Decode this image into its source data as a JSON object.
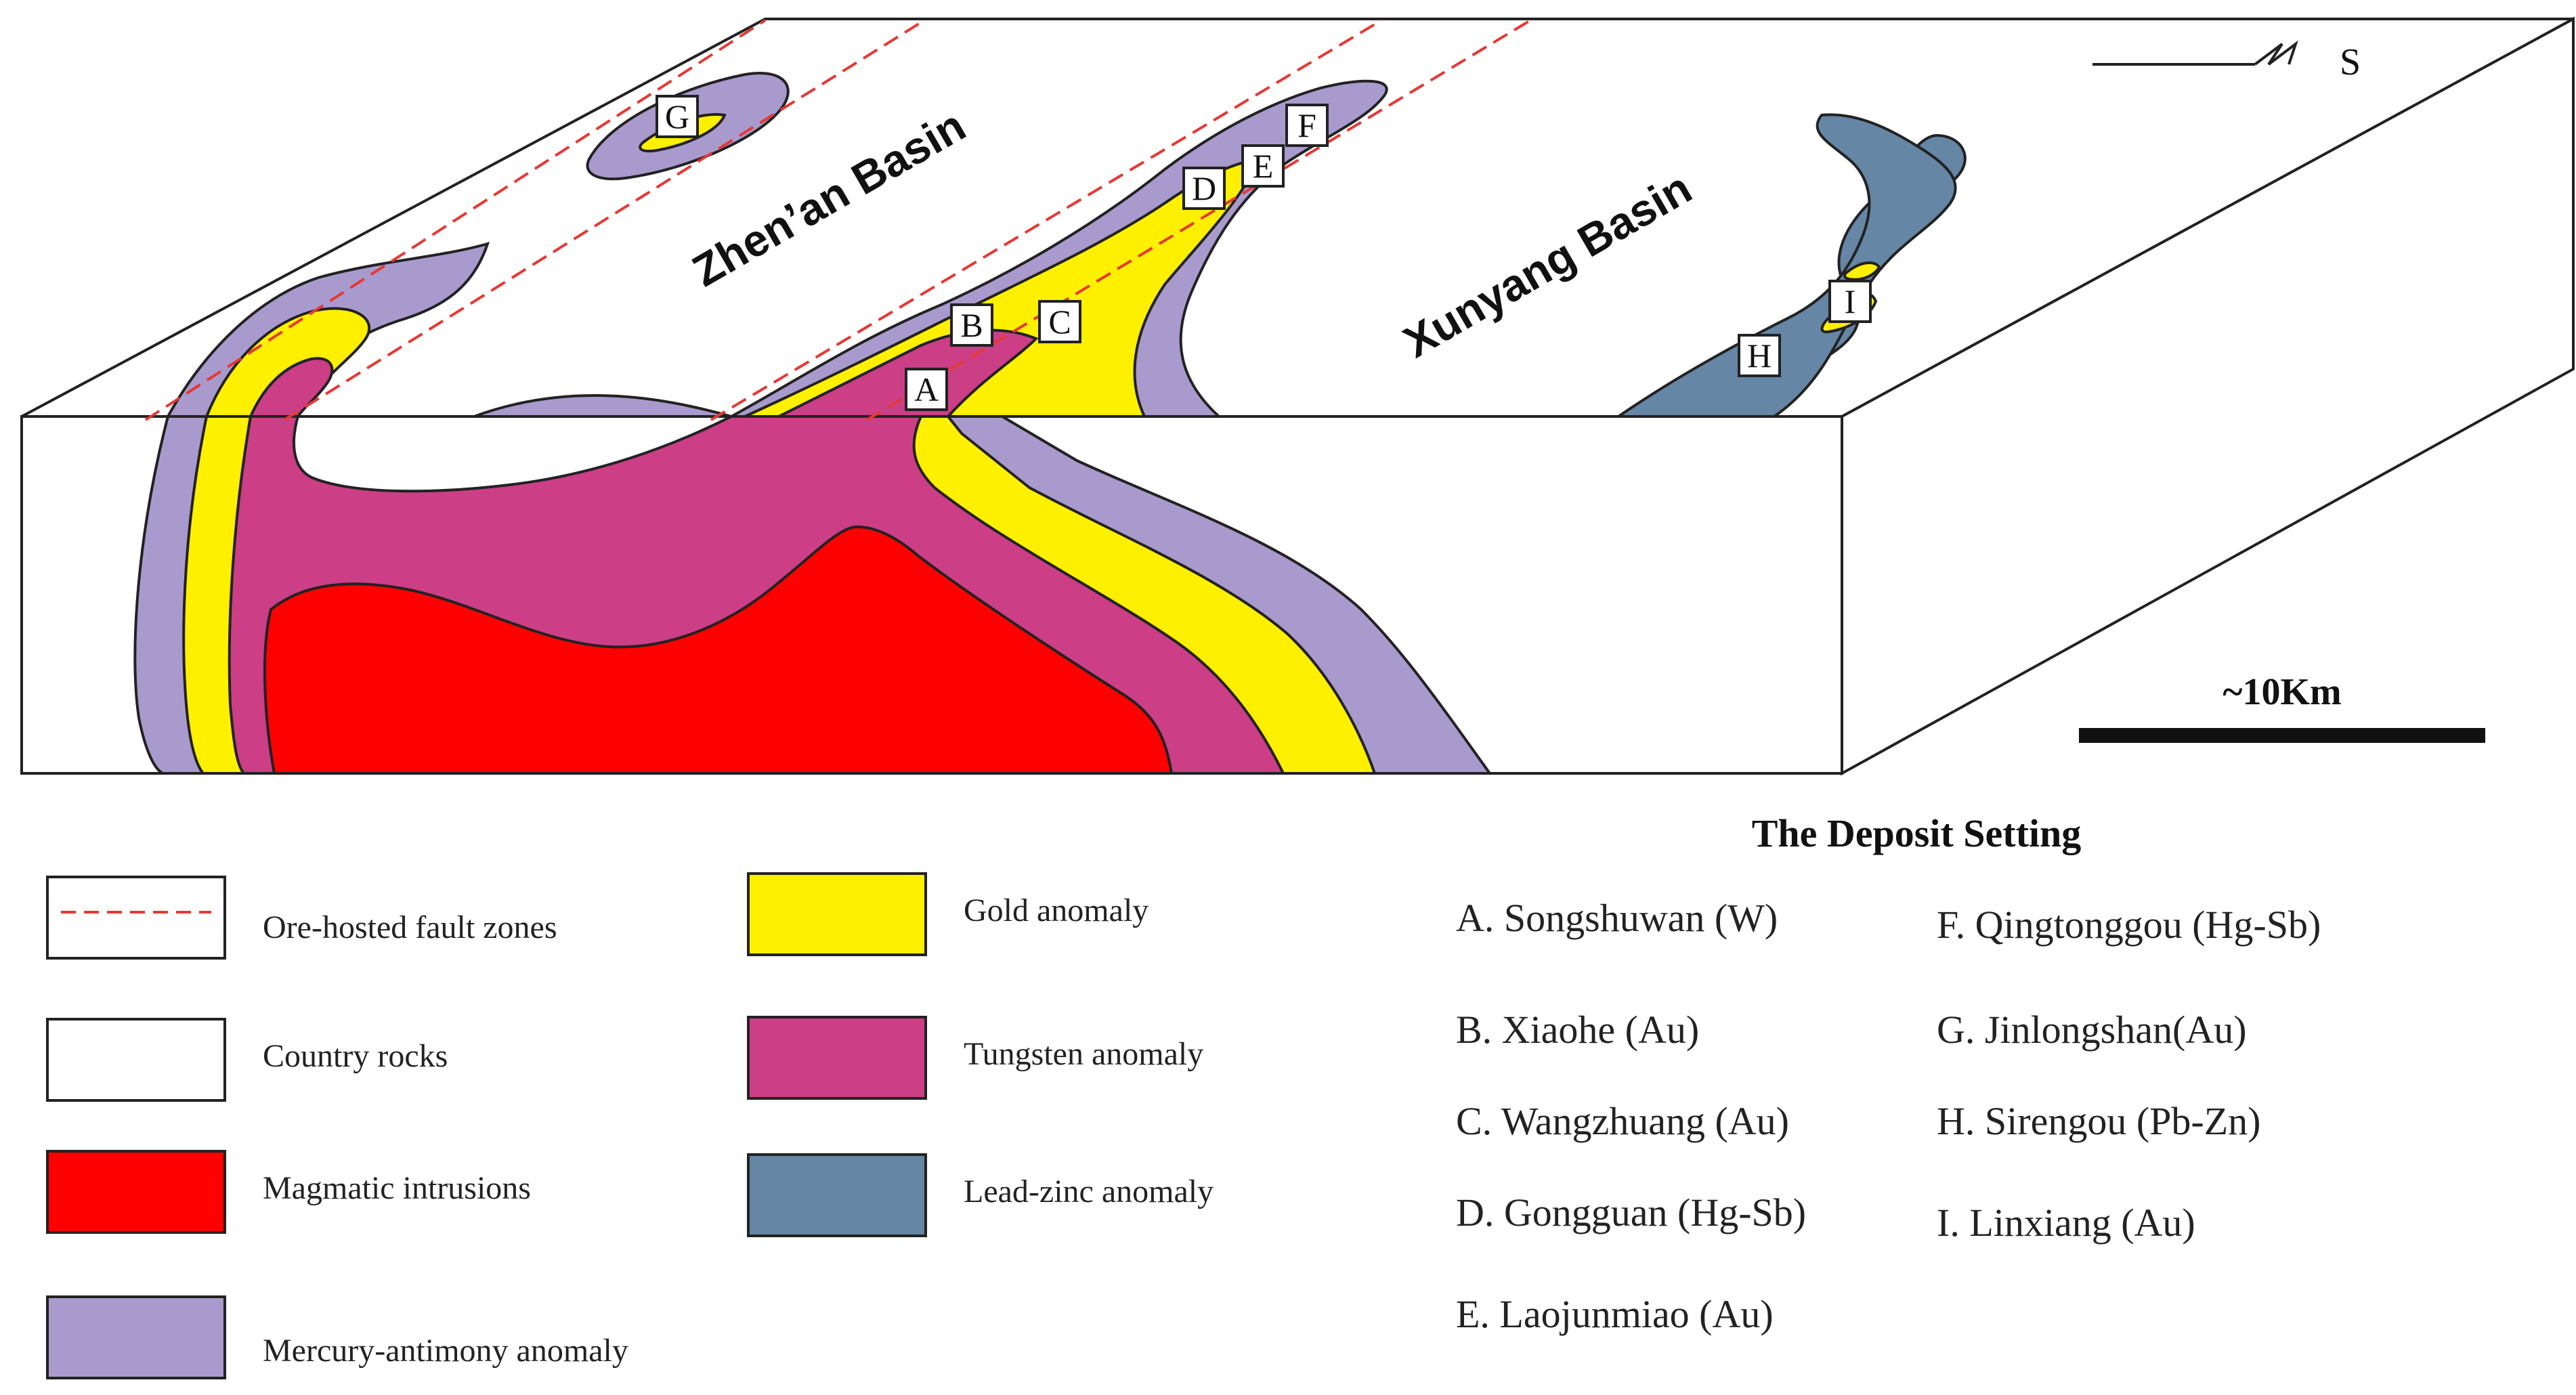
{
  "basins": {
    "zhenan": "Zhen’an Basin",
    "xunyang": "Xunyang Basin"
  },
  "deposit_markers": [
    "A",
    "B",
    "C",
    "D",
    "E",
    "F",
    "G",
    "H",
    "I"
  ],
  "north_arrow": {
    "label": "S",
    "icon": "south-arrow-icon"
  },
  "scale_bar": {
    "label": "~10Km"
  },
  "legend": {
    "items": [
      {
        "label": "Ore-hosted fault zones",
        "color": "#ffffff",
        "line_color": "#e53935"
      },
      {
        "label": "Country rocks",
        "color": "#ffffff"
      },
      {
        "label": "Magmatic intrusions",
        "color": "#ff0000"
      },
      {
        "label": "Mercury-antimony anomaly",
        "color": "#a99ace"
      },
      {
        "label": "Gold anomaly",
        "color": "#fff000"
      },
      {
        "label": "Tungsten anomaly",
        "color": "#cc3e86"
      },
      {
        "label": "Lead-zinc anomaly",
        "color": "#6586a4"
      }
    ]
  },
  "deposit_setting": {
    "title": "The Deposit Setting",
    "items": [
      "A. Songshuwan (W)",
      "B. Xiaohe (Au)",
      "C. Wangzhuang (Au)",
      "D. Gongguan (Hg-Sb)",
      "E. Laojunmiao (Au)",
      "F. Qingtonggou (Hg-Sb)",
      "G. Jinlongshan(Au)",
      "H. Sirengou (Pb-Zn)",
      "I. Linxiang (Au)"
    ]
  },
  "colors": {
    "mercury_antimony": "#a99ace",
    "gold": "#fff000",
    "tungsten": "#cc3e86",
    "magmatic": "#ff0000",
    "lead_zinc": "#6586a4",
    "fault": "#e53935",
    "outline": "#222222"
  }
}
